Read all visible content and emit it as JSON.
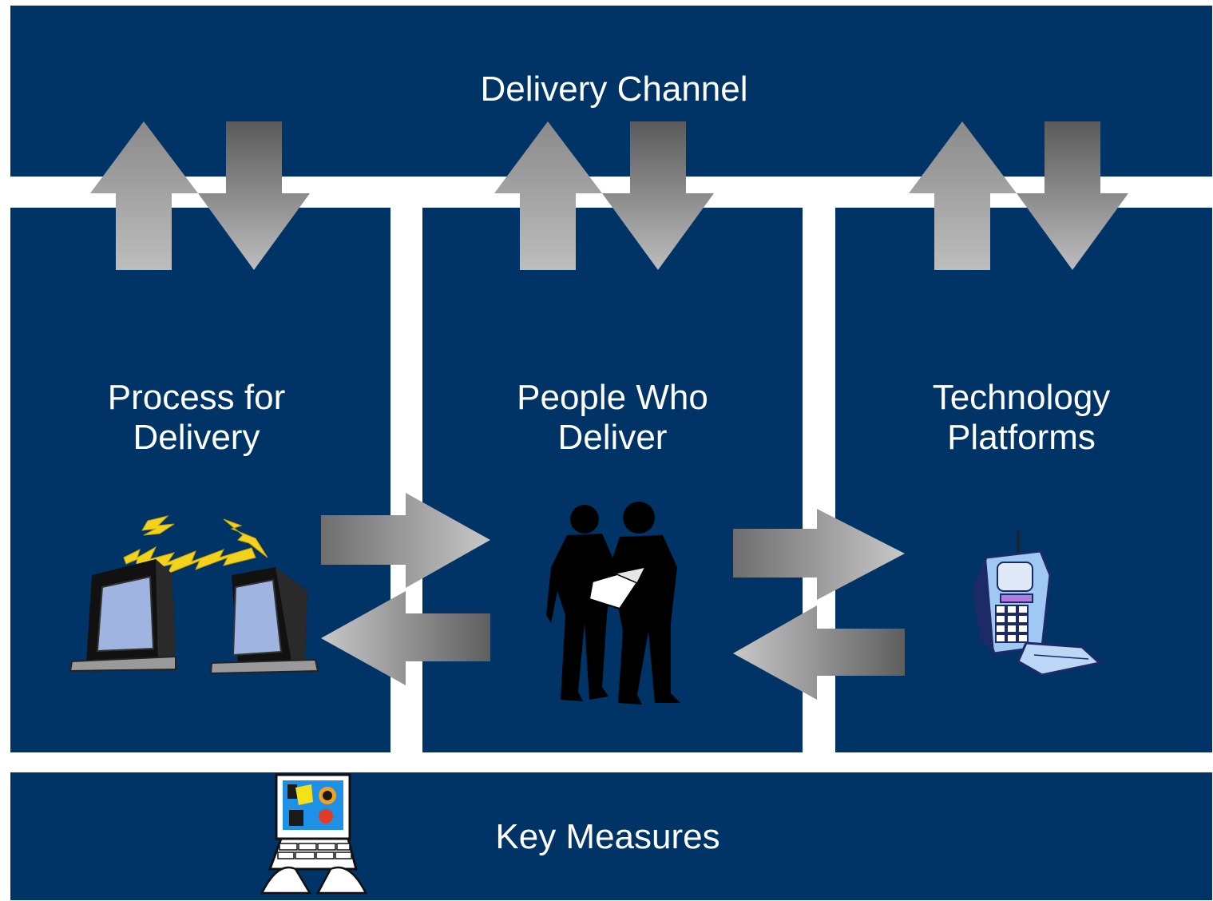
{
  "colors": {
    "panel": "#003366",
    "background": "#ffffff",
    "arrow_light": "#bdbdbd",
    "arrow_dark": "#595959"
  },
  "top_band": {
    "label": "Delivery Channel"
  },
  "columns": [
    {
      "label": "Process for\n Delivery",
      "icon": "networked-computers-icon"
    },
    {
      "label": "People Who\nDeliver",
      "icon": "businessmen-icon"
    },
    {
      "label": "Technology\nPlatforms",
      "icon": "mobile-phone-icon"
    }
  ],
  "bottom_band": {
    "label": "Key Measures",
    "icon": "computer-keyboard-icon"
  }
}
